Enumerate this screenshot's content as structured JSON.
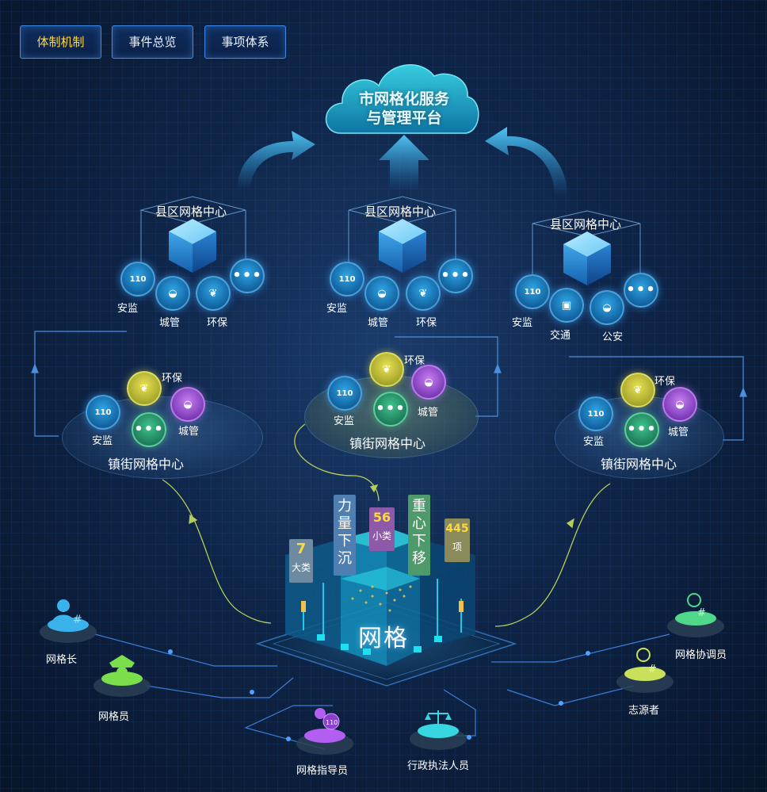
{
  "tabs": [
    {
      "label": "体制机制",
      "active": true
    },
    {
      "label": "事件总览",
      "active": false
    },
    {
      "label": "事项体系",
      "active": false
    }
  ],
  "platform": {
    "line1": "市网格化服务",
    "line2": "与管理平台"
  },
  "county_centers": [
    {
      "title": "县区网格中心",
      "items": [
        "安监",
        "城管",
        "环保"
      ]
    },
    {
      "title": "县区网格中心",
      "items": [
        "安监",
        "城管",
        "环保"
      ]
    },
    {
      "title": "县区网格中心",
      "items": [
        "安监",
        "交通",
        "公安"
      ]
    }
  ],
  "town_centers": [
    {
      "title": "镇街网格中心",
      "items": [
        "环保",
        "安监",
        "城管"
      ]
    },
    {
      "title": "镇街网格中心",
      "items": [
        "环保",
        "安监",
        "城管"
      ]
    },
    {
      "title": "镇街网格中心",
      "items": [
        "环保",
        "安监",
        "城管"
      ]
    }
  ],
  "grid": {
    "label": "网格",
    "tags": {
      "major": {
        "num": "7",
        "unit": "大类"
      },
      "force_down": "力量下沉",
      "minor": {
        "num": "56",
        "unit": "小类"
      },
      "focus_down": "重心下移",
      "items": {
        "num": "445",
        "unit": "项"
      }
    }
  },
  "people": [
    "网格长",
    "网格员",
    "网格指导员",
    "行政执法人员",
    "志源者",
    "网格协调员"
  ],
  "icon_texts": {
    "code110": "110",
    "more": "•••"
  },
  "colors": {
    "accent": "#ffd83b",
    "line": "#3f8ae8",
    "curve": "#c8e05a"
  }
}
